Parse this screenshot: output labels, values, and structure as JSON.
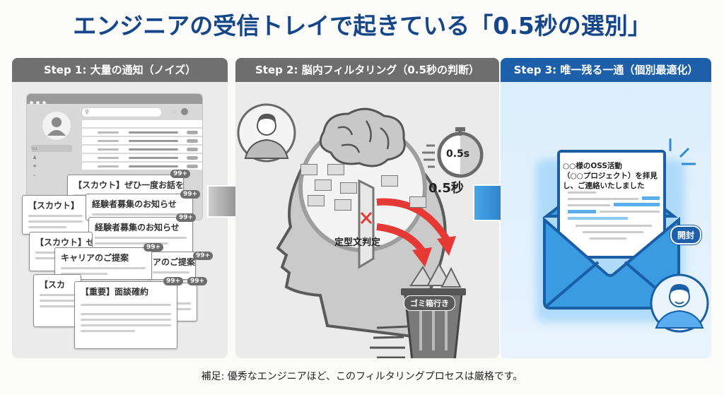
{
  "title": "エンジニアの受信トレイで起きている「0.5秒の選別」",
  "steps": [
    {
      "header": "Step 1: 大量の通知（ノイズ）",
      "inbox": {
        "search_icon": "search-icon",
        "sidebar_icons": [
          "inbox-icon",
          "person-icon",
          "star-icon",
          "chevron-down-icon"
        ]
      },
      "cards": [
        {
          "subject": "【スカウト】ぜひ一度お話を",
          "badge": "99+"
        },
        {
          "subject": "【スカウト】",
          "badge": ""
        },
        {
          "subject": "経験者募集のお知らせ",
          "badge": "99+"
        },
        {
          "subject": "経験者募集のお知らせ",
          "badge": "99+"
        },
        {
          "subject": "【スカウト】ぜ",
          "badge": ""
        },
        {
          "subject": "キャリアのご提案",
          "badge": "99+"
        },
        {
          "subject": "アのご提案",
          "badge": "99+"
        },
        {
          "subject": "【スカ",
          "badge": ""
        },
        {
          "subject": "せ",
          "badge": "99+"
        },
        {
          "subject": "【重要】面談確約",
          "badge": "99+"
        }
      ]
    },
    {
      "header": "Step 2: 脳内フィルタリング（0.5秒の判断）",
      "timer": "0.5s",
      "time_label": "0.5秒",
      "filter_label": "定型文判定",
      "trash_label": "ゴミ箱行き"
    },
    {
      "header": "Step 3: 唯一残る一通（個別最適化）",
      "letter_text": [
        "○○様のOSS活動",
        "（○○プロジェクト）を拝見",
        "し、ご連絡いたしました"
      ],
      "open_badge": "開封"
    }
  ],
  "footer": "補足: 優秀なエンジニアほど、このフィルタリングプロセスは厳格です。",
  "colors": {
    "title": "#16468a",
    "step_gray": "#707070",
    "step_blue": "#1d5fa8",
    "reject_red": "#e53935",
    "envelope_blue": "#3a9be0"
  }
}
